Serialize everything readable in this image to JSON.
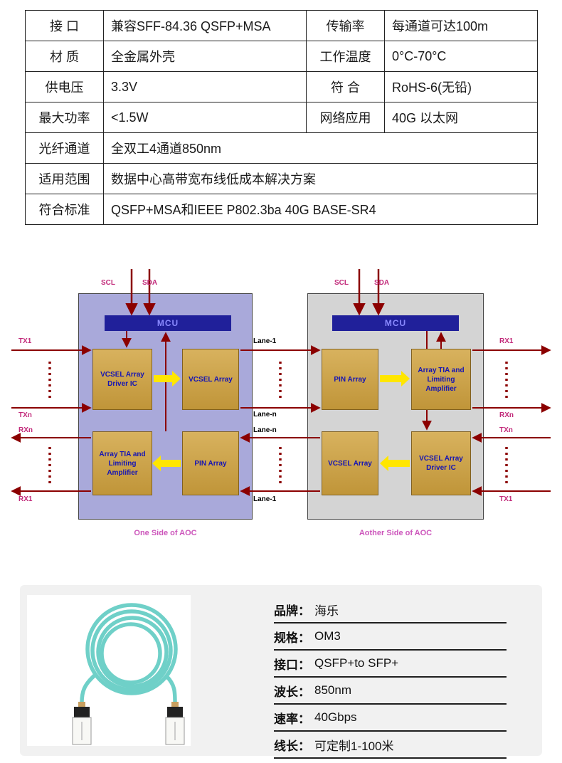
{
  "spec": {
    "rows4": [
      {
        "l1": "接  口",
        "v1": "兼容SFF-84.36 QSFP+MSA",
        "l2": "传输率",
        "v2": "每通道可达100m"
      },
      {
        "l1": "材  质",
        "v1": "全金属外壳",
        "l2": "工作温度",
        "v2": "0°C-70°C"
      },
      {
        "l1": "供电压",
        "v1": "3.3V",
        "l2": "符  合",
        "v2": "RoHS-6(无铅)"
      },
      {
        "l1": "最大功率",
        "v1": "<1.5W",
        "l2": "网络应用",
        "v2": "40G 以太网"
      }
    ],
    "rows2": [
      {
        "l": "光纤通道",
        "v": "全双工4通道850nm"
      },
      {
        "l": "适用范围",
        "v": "数据中心高带宽布线低成本解决方案"
      },
      {
        "l": "符合标准",
        "v": "QSFP+MSA和IEEE P802.3ba 40G BASE-SR4"
      }
    ]
  },
  "diagram": {
    "left": {
      "scl": "SCL",
      "sda": "SDA",
      "mcu": "MCU",
      "tl": "VCSEL Array Driver IC",
      "tr": "VCSEL Array",
      "bl": "Array TIA and Limiting Amplifier",
      "br": "PIN Array",
      "tx1": "TX1",
      "txn": "TXn",
      "rxn": "RXn",
      "rx1": "RX1",
      "caption": "One Side of AOC"
    },
    "right": {
      "scl": "SCL",
      "sda": "SDA",
      "mcu": "MCU",
      "tl": "PIN Array",
      "tr": "Array TIA and Limiting Amplifier",
      "bl": "VCSEL Array",
      "br": "VCSEL Array Driver IC",
      "rx1": "RX1",
      "rxn": "RXn",
      "txn": "TXn",
      "tx1": "TX1",
      "caption": "Aother Side of AOC"
    },
    "lanes": {
      "top_first": "Lane-1",
      "top_last": "Lane-n",
      "bottom_first": "Lane-n",
      "bottom_last": "Lane-1"
    }
  },
  "product": {
    "rows": [
      {
        "label": "品牌：",
        "value": "海乐"
      },
      {
        "label": "规格：",
        "value": "OM3"
      },
      {
        "label": "接口：",
        "value": "QSFP+to SFP+"
      },
      {
        "label": "波长：",
        "value": "850nm"
      },
      {
        "label": "速率：",
        "value": "40Gbps"
      },
      {
        "label": "线长：",
        "value": "可定制1-100米"
      }
    ]
  },
  "colors": {
    "arrow_dark_red": "#8b0000",
    "yellow_arrow": "#ffe600",
    "block_fill": "#cfa14c",
    "box_left_fill": "#a9a9da",
    "box_right_fill": "#d4d4d4",
    "mcu_fill": "#20209a",
    "signal_label_pink": "#c22a7a",
    "caption_pink": "#cc55bb",
    "cable_aqua": "#6fd0c8"
  }
}
